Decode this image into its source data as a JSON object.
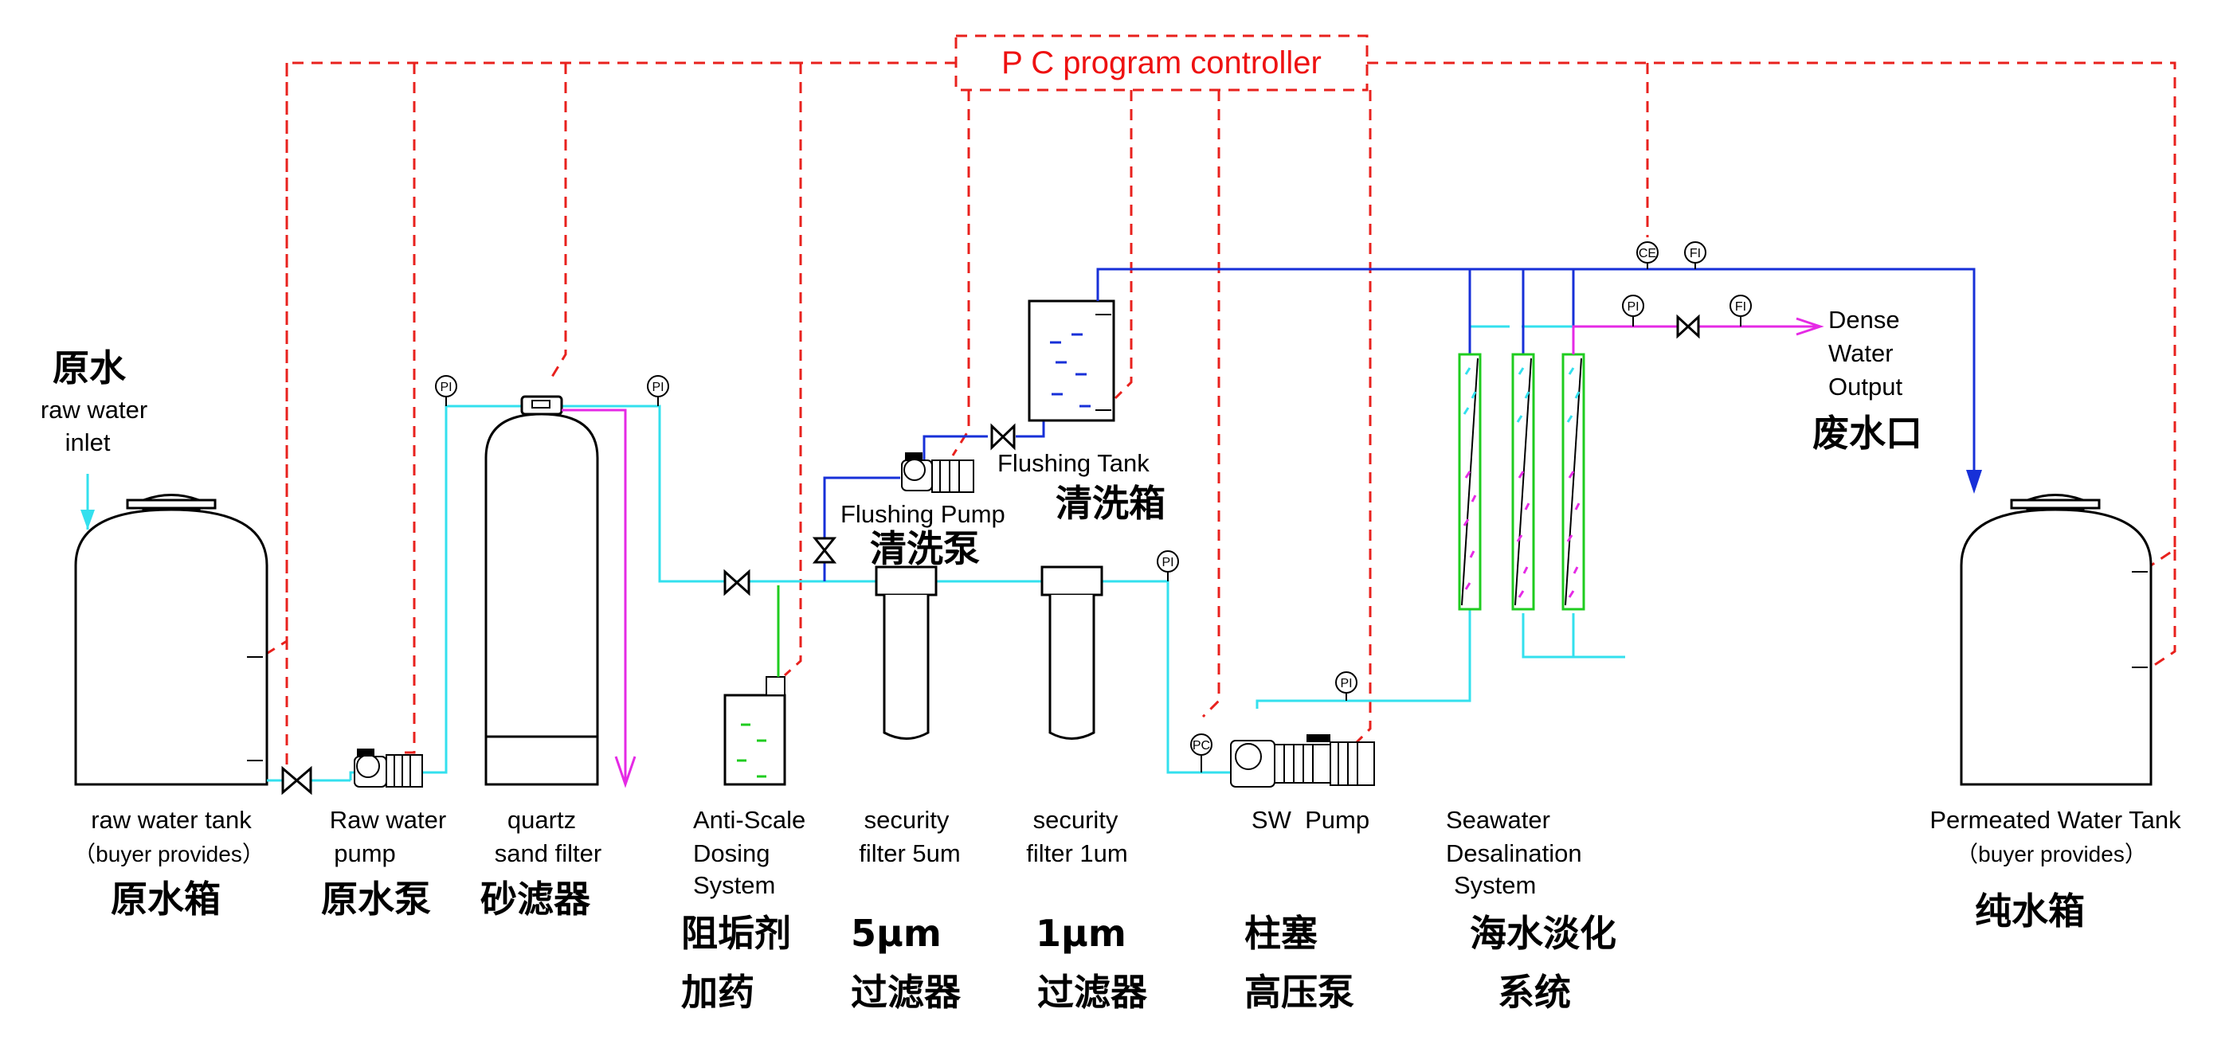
{
  "controller": {
    "label": "P C program controller",
    "color": "#ee1111"
  },
  "colors": {
    "control_line": "#e8211d",
    "raw_water_line": "#33e0ee",
    "permeate_line": "#1730d8",
    "dense_water_line": "#e52ae5",
    "dosing_line": "#1fcc1f"
  },
  "inlet": {
    "label_zh": "原水",
    "label_en_1": "raw water",
    "label_en_2": "inlet"
  },
  "equipment": {
    "raw_tank": {
      "en_1": "raw water tank",
      "en_2": "（buyer provides）",
      "zh": "原水箱"
    },
    "raw_pump": {
      "en_1": "Raw water",
      "en_2": "pump",
      "zh": "原水泵"
    },
    "sand_filter": {
      "en_1": "quartz",
      "en_2": "sand filter",
      "zh": "砂滤器"
    },
    "dosing": {
      "en_1": "Anti-Scale",
      "en_2": "Dosing",
      "en_3": "System",
      "zh_1": "阻垢剂",
      "zh_2": "加药"
    },
    "filter_5um": {
      "en_1": "security",
      "en_2": "filter 5um",
      "zh_1": "5μm",
      "zh_2": "过滤器"
    },
    "filter_1um": {
      "en_1": "security",
      "en_2": "filter 1um",
      "zh_1": "1μm",
      "zh_2": "过滤器"
    },
    "sw_pump": {
      "en": "SW  Pump",
      "zh_1": "柱塞",
      "zh_2": "高压泵"
    },
    "desalination": {
      "en_1": "Seawater",
      "en_2": "Desalination",
      "en_3": "System",
      "zh_1": "海水淡化",
      "zh_2": "系统"
    },
    "permeate_tank": {
      "en_1": "Permeated Water Tank",
      "en_2": "（buyer provides）",
      "zh": "纯水箱"
    },
    "flushing_pump": {
      "en": "Flushing Pump",
      "zh": "清洗泵"
    },
    "flushing_tank": {
      "en": "Flushing Tank",
      "zh": "清洗箱"
    }
  },
  "dense_output": {
    "en_1": "Dense",
    "en_2": "Water",
    "en_3": "Output",
    "zh": "废水口"
  },
  "instruments": {
    "pi": "PI",
    "pc": "PC",
    "ce": "CE",
    "fi": "FI"
  }
}
